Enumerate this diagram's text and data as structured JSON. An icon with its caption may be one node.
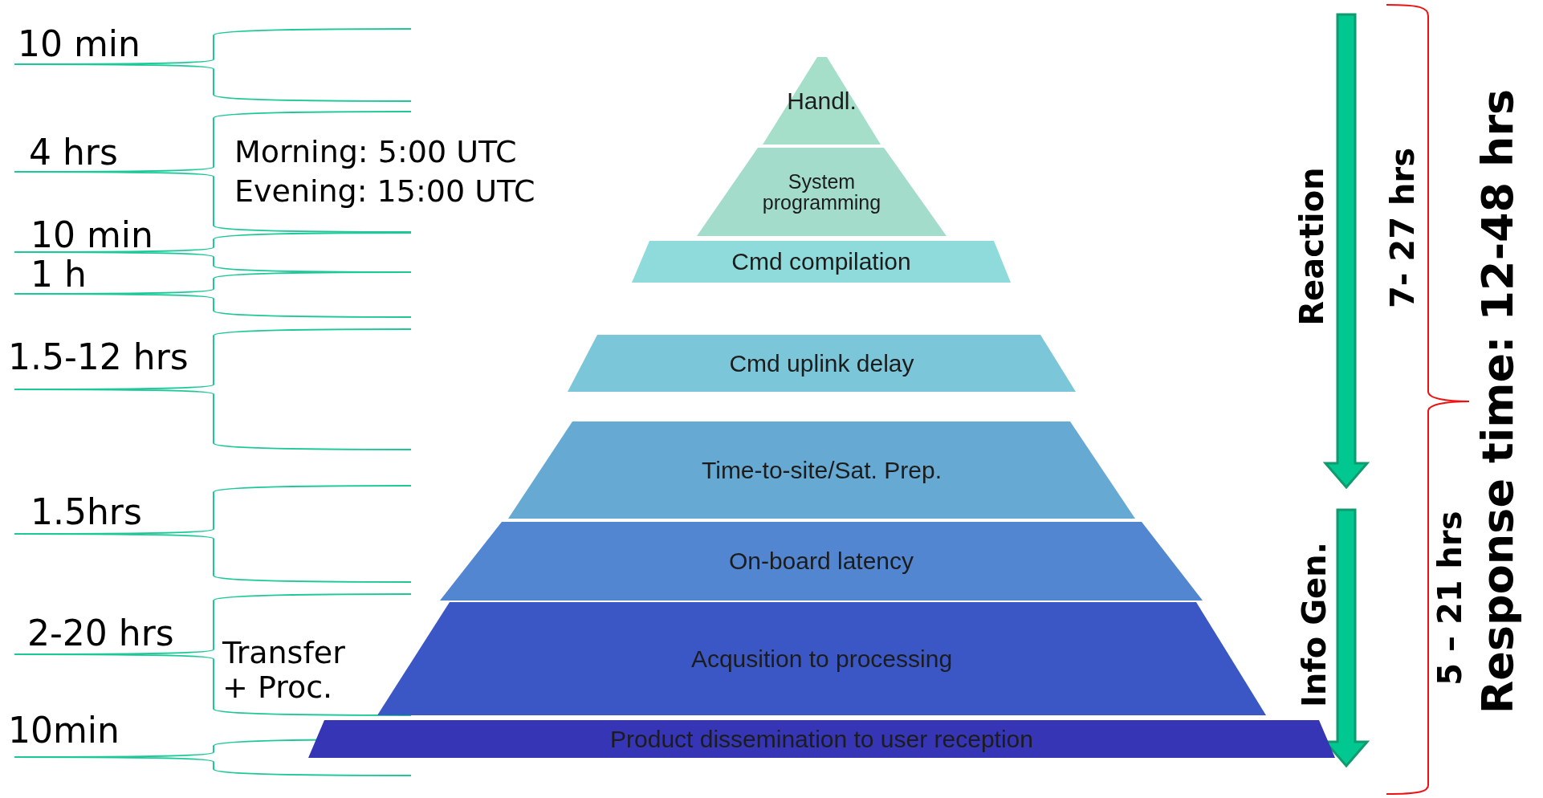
{
  "diagram": {
    "nodes": [
      {
        "text": [
          "Handl."
        ]
      },
      {
        "text": [
          "System programming"
        ]
      },
      {
        "text": [
          "Cmd compilation"
        ]
      },
      {
        "text": [
          "Cmd uplink delay"
        ]
      },
      {
        "text": [
          "Time-to-site/Sat. Prep."
        ]
      },
      {
        "text": [
          "On-board latency"
        ]
      },
      {
        "text": [
          "Acqusition to processing"
        ]
      },
      {
        "text": [
          "Product dissemination to user reception"
        ]
      }
    ],
    "labels": [
      "10 min",
      "4 hrs",
      "Morning: 5:00 UTC",
      "Evening: 15:00 UTC",
      "10 min",
      "1 h",
      "1.5-12 hrs",
      "1.5hrs",
      "2-20 hrs",
      "Transfer + Proc.",
      "10min",
      "Reaction",
      "7- 27 hrs",
      "Response time: 12-48 hrs",
      "Info Gen.",
      "5 – 21 hrs"
    ]
  }
}
